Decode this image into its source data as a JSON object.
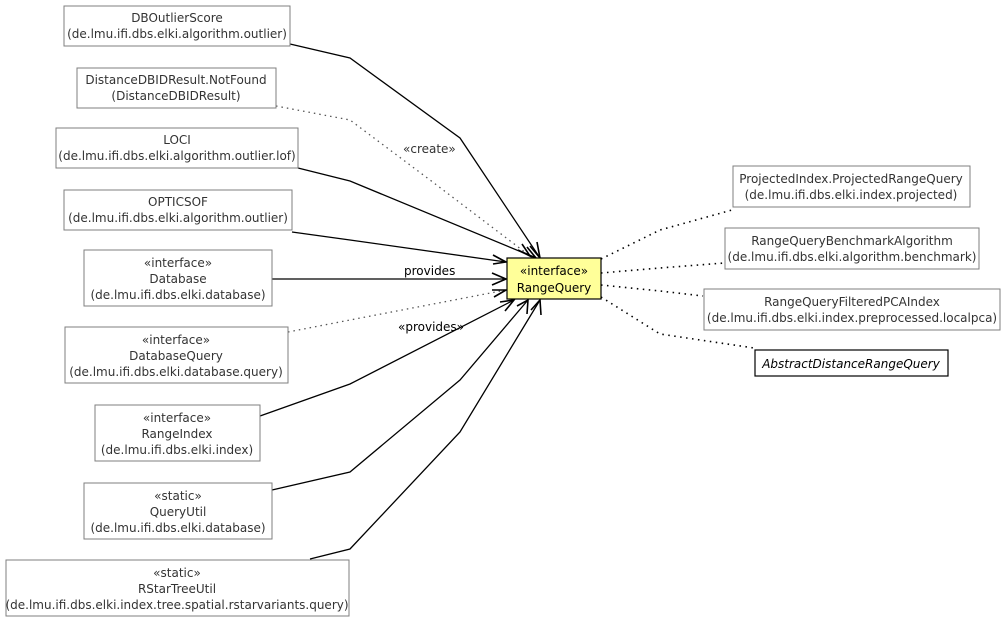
{
  "center": {
    "stereotype": "«interface»",
    "name": "RangeQuery"
  },
  "left_nodes": [
    {
      "stereotype": "",
      "name": "DBOutlierScore",
      "package": "(de.lmu.ifi.dbs.elki.algorithm.outlier)"
    },
    {
      "stereotype": "",
      "name": "DistanceDBIDResult.NotFound",
      "package": "(DistanceDBIDResult)"
    },
    {
      "stereotype": "",
      "name": "LOCI",
      "package": "(de.lmu.ifi.dbs.elki.algorithm.outlier.lof)"
    },
    {
      "stereotype": "",
      "name": "OPTICSOF",
      "package": "(de.lmu.ifi.dbs.elki.algorithm.outlier)"
    },
    {
      "stereotype": "«interface»",
      "name": "Database",
      "package": "(de.lmu.ifi.dbs.elki.database)"
    },
    {
      "stereotype": "«interface»",
      "name": "DatabaseQuery",
      "package": "(de.lmu.ifi.dbs.elki.database.query)"
    },
    {
      "stereotype": "«interface»",
      "name": "RangeIndex",
      "package": "(de.lmu.ifi.dbs.elki.index)"
    },
    {
      "stereotype": "«static»",
      "name": "QueryUtil",
      "package": "(de.lmu.ifi.dbs.elki.database)"
    },
    {
      "stereotype": "«static»",
      "name": "RStarTreeUtil",
      "package": "(de.lmu.ifi.dbs.elki.index.tree.spatial.rstarvariants.query)"
    }
  ],
  "right_nodes": [
    {
      "name": "ProjectedIndex.ProjectedRangeQuery",
      "package": "(de.lmu.ifi.dbs.elki.index.projected)"
    },
    {
      "name": "RangeQueryBenchmarkAlgorithm",
      "package": "(de.lmu.ifi.dbs.elki.algorithm.benchmark)"
    },
    {
      "name": "RangeQueryFilteredPCAIndex",
      "package": "(de.lmu.ifi.dbs.elki.index.preprocessed.localpca)"
    },
    {
      "name": "AbstractDistanceRangeQuery",
      "package": ""
    }
  ],
  "edge_labels": {
    "create": "«create»",
    "provides": "provides",
    "provides_stereo": "«provides»"
  }
}
